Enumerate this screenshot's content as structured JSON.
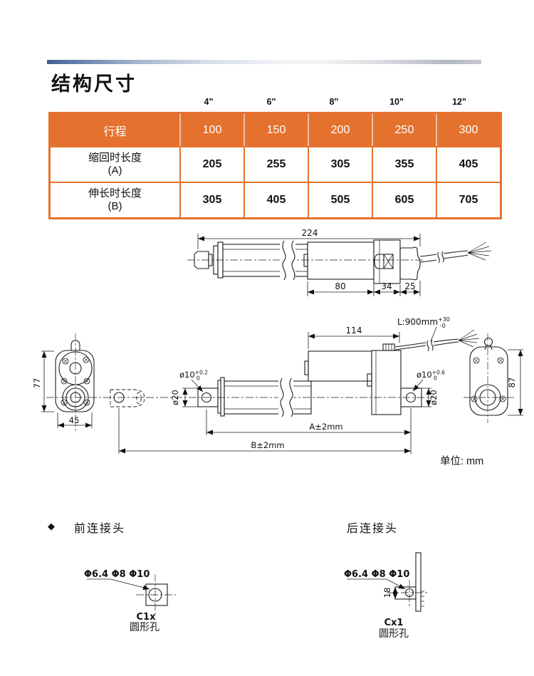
{
  "page": {
    "title": "结构尺寸",
    "unit_label": "单位: mm",
    "bullet": "◆"
  },
  "table": {
    "accent_color": "#E4722E",
    "inch_labels": [
      "4\"",
      "6\"",
      "8\"",
      "10\"",
      "12\""
    ],
    "header": {
      "label": "行程",
      "values": [
        "100",
        "150",
        "200",
        "250",
        "300"
      ]
    },
    "rows": [
      {
        "label": "缩回时长度",
        "code": "(A)",
        "values": [
          "205",
          "255",
          "305",
          "355",
          "405"
        ]
      },
      {
        "label": "伸长时长度",
        "code": "(B)",
        "values": [
          "305",
          "405",
          "505",
          "605",
          "705"
        ]
      }
    ]
  },
  "overall_drawing": {
    "total_length": "224",
    "motor_length": "80",
    "gear_length": "34",
    "rear_length": "25"
  },
  "install_drawing": {
    "motor_length": "114",
    "gearbox_width": "45",
    "gearbox_height": "77",
    "rear_height": "87",
    "cable": {
      "base": "L:900mm",
      "sup": "+30",
      "sub": "-0"
    },
    "front_hole": {
      "base": "ø10",
      "sup": "+0.2",
      "sub": "0"
    },
    "front_od": "ø20",
    "rear_hole": {
      "base": "ø10",
      "sup": "+0.6",
      "sub": "0"
    },
    "rear_od": "ø20",
    "dim_a": "A±2mm",
    "dim_b": "B±2mm"
  },
  "connectors": {
    "front": {
      "title": "前连接头",
      "holes": "Φ6.4 Φ8 Φ10",
      "code": "C1x",
      "hole_type": "圆形孔"
    },
    "rear": {
      "title": "后连接头",
      "holes": "Φ6.4 Φ8 Φ10",
      "code": "Cx1",
      "hole_type": "圆形孔",
      "bracket_height": "18"
    }
  }
}
